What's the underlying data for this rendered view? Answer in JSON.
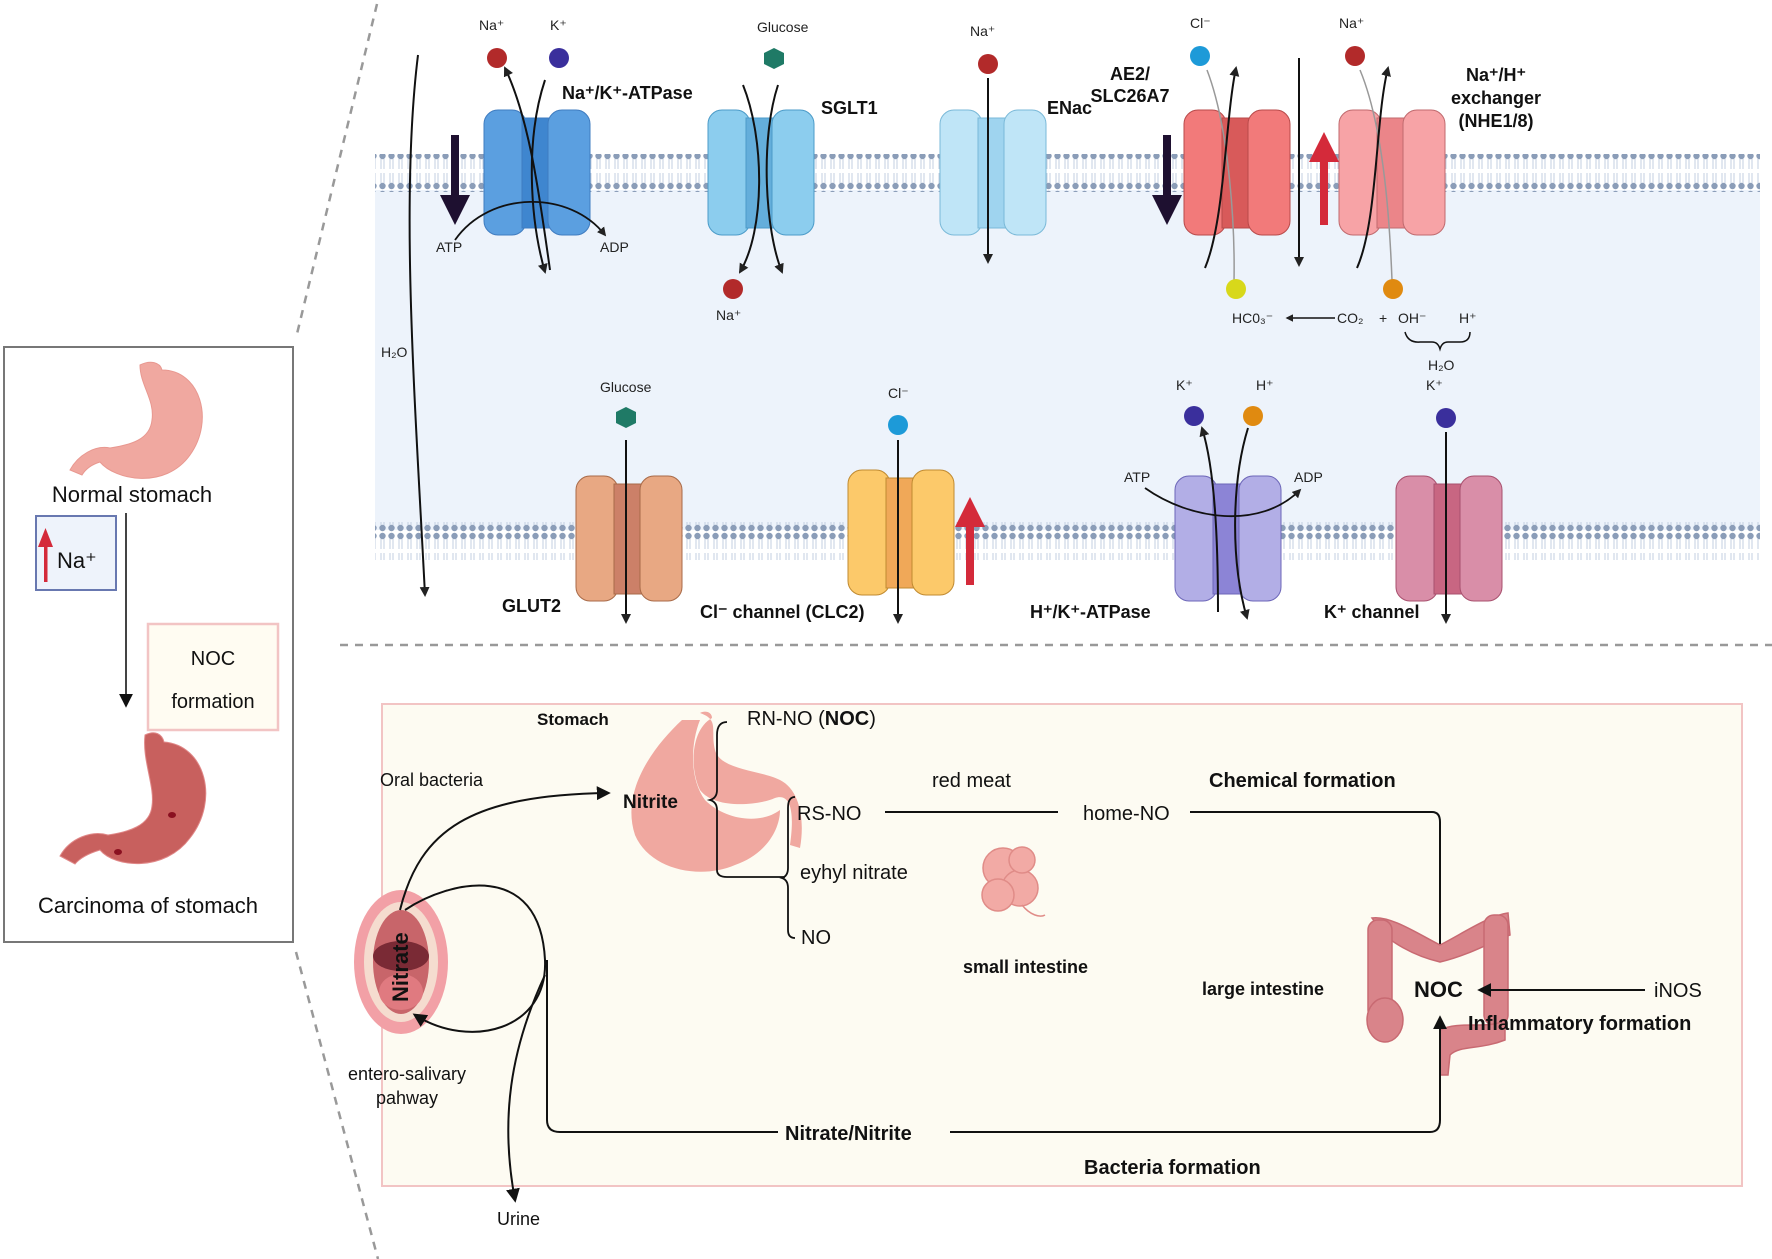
{
  "left_panel": {
    "normal_label": "Normal stomach",
    "na_label": "Na⁺",
    "noc_line1": "NOC",
    "noc_line2": "formation",
    "carcinoma_label": "Carcinoma of stomach"
  },
  "top_panel": {
    "h2o_label": "H₂O",
    "upper_transporters": [
      {
        "name": "Na⁺/K⁺-ATPase",
        "ions": [
          "Na⁺",
          "K⁺"
        ],
        "below_labels": [
          "ATP",
          "ADP"
        ]
      },
      {
        "name": "SGLT1",
        "ions": [
          "Glucose"
        ],
        "below_ion": "Na⁺"
      },
      {
        "name": "ENac",
        "ions": [
          "Na⁺"
        ]
      },
      {
        "name_line1": "AE2/",
        "name_line2": "SLC26A7",
        "ions": [
          "Cl⁻"
        ]
      },
      {
        "name_line1": "Na⁺/H⁺",
        "name_line2": "exchanger",
        "name_line3": "(NHE1/8)",
        "ions": [
          "Na⁺"
        ]
      }
    ],
    "reaction": {
      "hco3": "HC0₃⁻",
      "co2": "CO₂",
      "plus": "+",
      "oh": "OH⁻",
      "h": "H⁺",
      "h2o": "H₂O"
    },
    "lower_transporters": [
      {
        "name": "GLUT2",
        "ions": [
          "Glucose"
        ]
      },
      {
        "name": "Cl⁻ channel (CLC2)",
        "ions": [
          "Cl⁻"
        ]
      },
      {
        "name": "H⁺/K⁺-ATPase",
        "ions": [
          "K⁺",
          "H⁺"
        ],
        "labels": [
          "ATP",
          "ADP"
        ]
      },
      {
        "name": "K⁺ channel",
        "ions": [
          "K⁺"
        ]
      }
    ]
  },
  "bottom_panel": {
    "stomach": "Stomach",
    "oral_bacteria": "Oral bacteria",
    "nitrite": "Nitrite",
    "nitrate": "Nitrate",
    "rnno_prefix": "RN-NO (",
    "rnno_bold": "NOC",
    "rnno_suffix": ")",
    "rsno": "RS-NO",
    "red_meat": "red meat",
    "home_no": "home-NO",
    "eyhyl_nitrate": "eyhyl nitrate",
    "no": "NO",
    "small_intestine": "small intestine",
    "chemical_formation": "Chemical formation",
    "large_intestine": "large intestine",
    "noc": "NOC",
    "inos": "iNOS",
    "inflammatory_formation": "Inflammatory formation",
    "entero_line1": "entero-salivary",
    "entero_line2": "pahway",
    "nitrate_nitrite": "Nitrate/Nitrite",
    "bacteria_formation": "Bacteria formation",
    "urine": "Urine"
  },
  "colors": {
    "cytoplasm": "#edf3fb",
    "membrane": "#8b9db8",
    "bottom_bg": "#fdfbf2",
    "bottom_border": "#f2c4c4",
    "up_arrow": "#d42a3a",
    "down_arrow": "#1e1030"
  }
}
